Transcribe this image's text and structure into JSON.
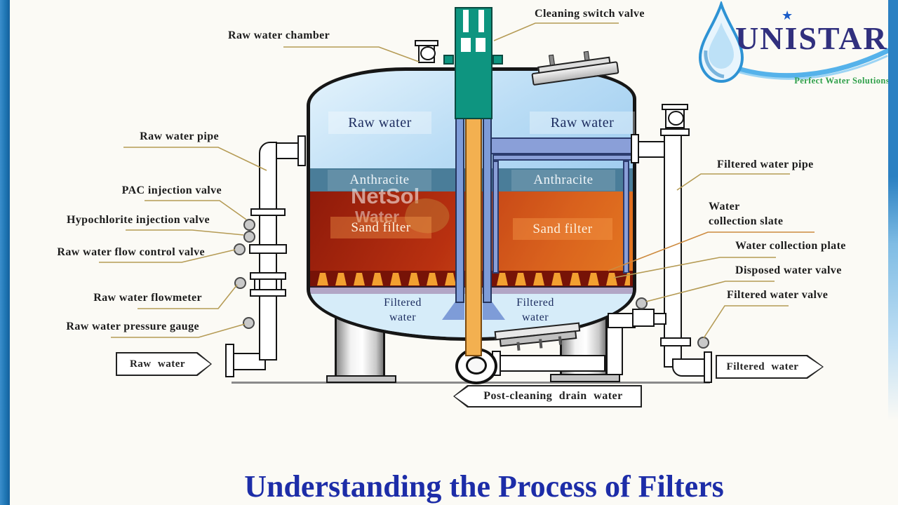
{
  "title": "Understanding the Process of Filters",
  "logo": {
    "name": "UNISTAR",
    "star": "★",
    "tagline": "Perfect Water Solutions"
  },
  "watermark": {
    "line1": "NetSol",
    "line2": "Water"
  },
  "callouts": {
    "cleaning_switch_valve": "Cleaning switch valve",
    "raw_water_chamber": "Raw water chamber",
    "raw_water_pipe": "Raw water pipe",
    "pac_injection_valve": "PAC injection valve",
    "hypochlorite_injection_valve": "Hypochlorite injection valve",
    "raw_water_flow_control_valve": "Raw water flow control valve",
    "raw_water_flowmeter": "Raw water flowmeter",
    "raw_water_pressure_gauge": "Raw water pressure gauge",
    "filtered_water_pipe": "Filtered water pipe",
    "water_collection_slate_1": "Water",
    "water_collection_slate_2": "collection slate",
    "water_collection_plate": "Water collection plate",
    "disposed_water_valve": "Disposed water valve",
    "filtered_water_valve": "Filtered water valve"
  },
  "flow_tags": {
    "inlet": "Raw water",
    "outlet": "Filtered water",
    "drain": "Post-cleaning drain water"
  },
  "tank_labels": {
    "raw_left": "Raw water",
    "raw_right": "Raw water",
    "anthracite_left": "Anthracite",
    "anthracite_right": "Anthracite",
    "sand_left": "Sand filter",
    "sand_right": "Sand filter",
    "filtered_left_1": "Filtered",
    "filtered_left_2": "water",
    "filtered_right_1": "Filtered",
    "filtered_right_2": "water"
  },
  "colors": {
    "accent_teal": "#0e9580",
    "leader_tan": "#b59b55",
    "leader_orange": "#cd8a3e",
    "raw_water": "#7db9e8",
    "anthracite": "#4a7d99",
    "sand": "#c03a10",
    "collector_plate": "#b2a6c6",
    "filtered_water": "#d6ecf9",
    "pipe_band": "#8a9fd8",
    "pipe_core": "#f3b050",
    "title_blue": "#1d2da8",
    "logo_navy": "#31307e",
    "logo_green": "#2fa04a",
    "frame_blue": "#2a80c2"
  }
}
